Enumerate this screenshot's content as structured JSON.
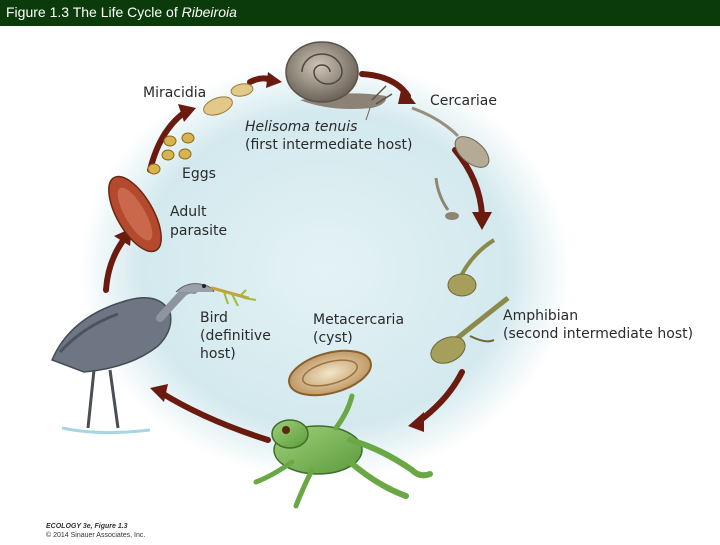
{
  "header": {
    "figure_number": "Figure 1.3",
    "title_prefix": "The Life Cycle of",
    "title_genus": "Ribeiroia"
  },
  "labels": {
    "miracidia": "Miracidia",
    "snail_name": "Helisoma tenuis",
    "snail_role": "(first intermediate host)",
    "cercariae": "Cercariae",
    "eggs": "Eggs",
    "adult_line1": "Adult",
    "adult_line2": "parasite",
    "amphibian_line1": "Amphibian",
    "amphibian_line2": "(second intermediate host)",
    "metacercaria_line1": "Metacercaria",
    "metacercaria_line2": "(cyst)",
    "bird_line1": "Bird",
    "bird_line2": "(definitive",
    "bird_line3": "host)"
  },
  "credit": {
    "book": "ECOLOGY 3e, Figure 1.3",
    "copyright": "© 2014 Sinauer Associates, Inc."
  },
  "colors": {
    "title_bar": "#0b3b0b",
    "background_circle": "#d6ebef",
    "arrow": "#6b1a10"
  }
}
